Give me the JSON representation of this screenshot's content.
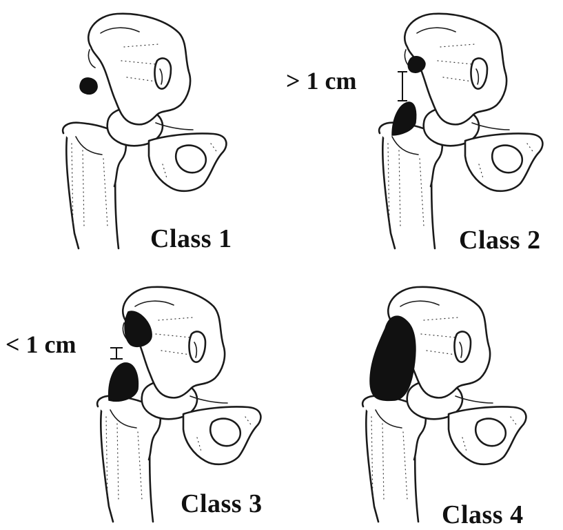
{
  "figure": {
    "panels": [
      {
        "class_label": "Class 1",
        "measure_label": ""
      },
      {
        "class_label": "Class 2",
        "measure_label": "> 1 cm"
      },
      {
        "class_label": "Class 3",
        "measure_label": "< 1 cm"
      },
      {
        "class_label": "Class 4",
        "measure_label": ""
      }
    ]
  },
  "colors": {
    "bone_outline": "#1a1a1a",
    "ossification": "#111111",
    "background": "#ffffff"
  }
}
